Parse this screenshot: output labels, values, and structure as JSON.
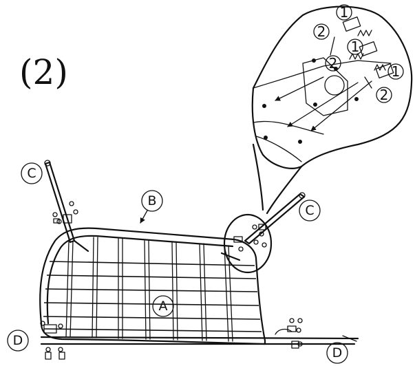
{
  "step_label": "(2)",
  "part_labels": {
    "A": "A",
    "B": "B",
    "C": "C",
    "D": "D"
  },
  "callout_numbers": {
    "one": "1",
    "two": "2"
  }
}
